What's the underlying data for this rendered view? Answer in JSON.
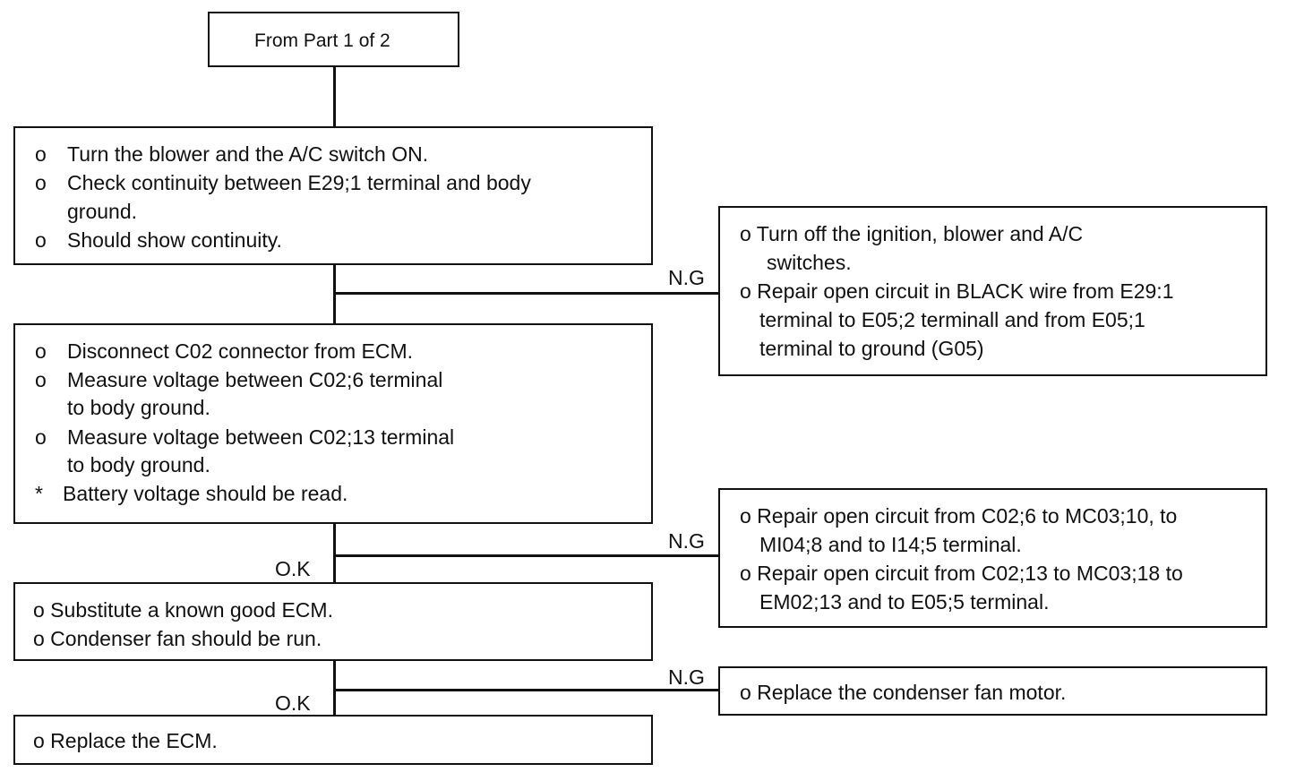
{
  "start": {
    "title": "From Part 1 of 2"
  },
  "step1": {
    "lines": [
      {
        "bullet": "o",
        "text": "Turn the blower and the A/C switch ON."
      },
      {
        "bullet": "o",
        "text": "Check continuity between E29;1 terminal and body"
      },
      {
        "bullet": "",
        "text": "ground."
      },
      {
        "bullet": "o",
        "text": "Should show continuity."
      }
    ]
  },
  "fix1": {
    "lines": [
      "o Turn off the ignition, blower and A/C",
      "switches.",
      "o Repair open circuit in BLACK wire from E29:1",
      "terminal to E05;2 terminall and from E05;1",
      "terminal to ground (G05)"
    ]
  },
  "step2": {
    "lines": [
      {
        "bullet": "o",
        "text": "Disconnect C02 connector from ECM."
      },
      {
        "bullet": "o",
        "text": "Measure voltage between C02;6 terminal"
      },
      {
        "bullet": "",
        "text": "to body ground."
      },
      {
        "bullet": "o",
        "text": "Measure voltage between C02;13  terminal"
      },
      {
        "bullet": "",
        "text": "to body ground."
      },
      {
        "bullet": "*",
        "text": "Battery voltage should be read."
      }
    ]
  },
  "fix2": {
    "lines": [
      "o Repair open circuit from C02;6 to MC03;10, to",
      "MI04;8 and to I14;5 terminal.",
      "o Repair open circuit from C02;13 to MC03;18 to",
      "EM02;13 and to E05;5 terminal."
    ]
  },
  "step3": {
    "lines": [
      "o Substitute a known good ECM.",
      "o Condenser fan should be run."
    ]
  },
  "fix3": {
    "text": "o Replace the condenser fan motor."
  },
  "final": {
    "text": "o Replace the ECM."
  },
  "labels": {
    "ng": "N.G",
    "ok": "O.K"
  }
}
